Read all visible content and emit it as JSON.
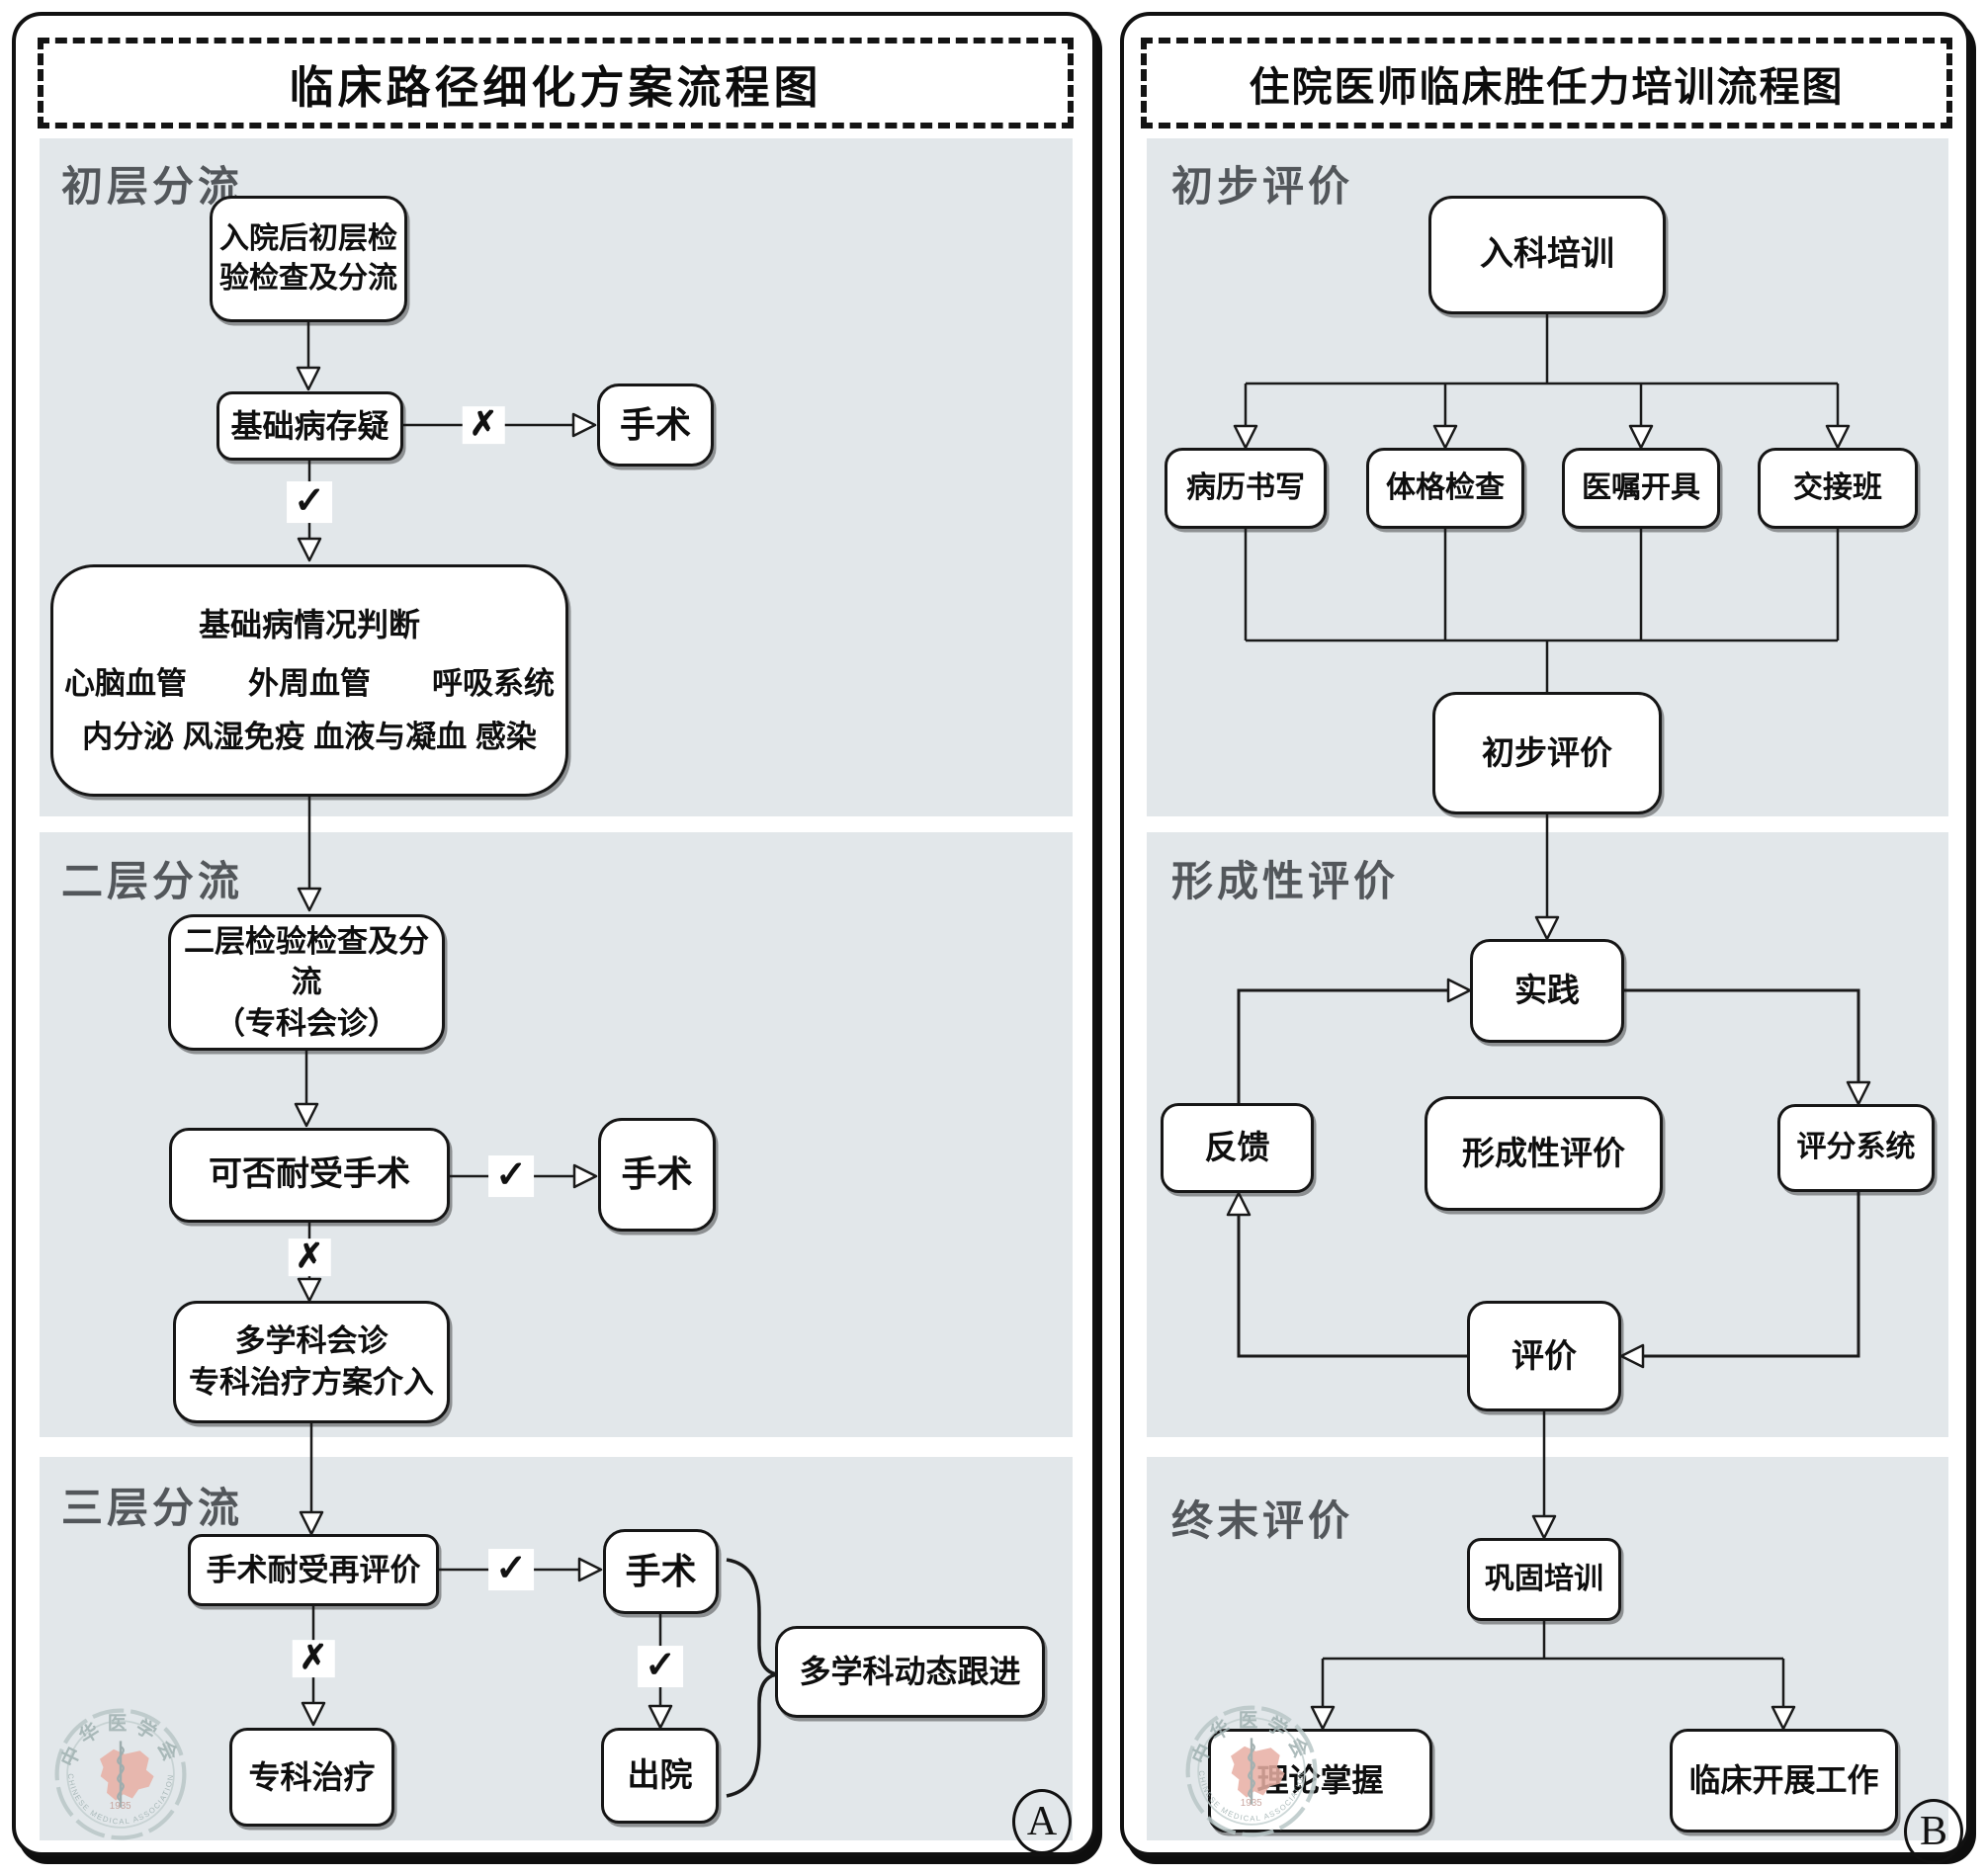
{
  "colors": {
    "section_bg": "#e2e7ea",
    "line": "#1a1a1a",
    "box_border": "#161616",
    "watermark_gray": "#b9c7c7",
    "watermark_red": "#e8afa4"
  },
  "symbols": {
    "check": "✓",
    "cross": "✗"
  },
  "watermark": {
    "cn": "中华医学会",
    "en": "CHINESE MEDICAL ASSOCIATION",
    "year": "1935"
  },
  "panel_a": {
    "title": "临床路径细化方案流程图",
    "corner_label": "A",
    "sections": {
      "s1": "初层分流",
      "s2": "二层分流",
      "s3": "三层分流"
    },
    "nodes": {
      "admission": "入院后初层检\n验检查及分流",
      "suspect": "基础病存疑",
      "surgery1": "手术",
      "judge_title": "基础病情况判断",
      "judge_line1": "心脑血管　　外周血管　　呼吸系统",
      "judge_line2": "内分泌 风湿免疫 血液与凝血 感染",
      "l2": "二层检验检查及分流\n（专科会诊）",
      "tolerate": "可否耐受手术",
      "surgery2": "手术",
      "mdt": "多学科会诊\n专科治疗方案介入",
      "reeval": "手术耐受再评价",
      "surgery3": "手术",
      "special": "专科治疗",
      "discharge": "出院",
      "track": "多学科动态跟进"
    }
  },
  "panel_b": {
    "title": "住院医师临床胜任力培训流程图",
    "corner_label": "B",
    "sections": {
      "s1": "初步评价",
      "s2": "形成性评价",
      "s3": "终末评价"
    },
    "nodes": {
      "entry": "入科培训",
      "record": "病历书写",
      "physical": "体格检查",
      "orders": "医嘱开具",
      "handover": "交接班",
      "initial_eval": "初步评价",
      "practice": "实践",
      "feedback": "反馈",
      "formative": "形成性评价",
      "scoring": "评分系统",
      "evaluation": "评价",
      "consolidate": "巩固培训",
      "theory": "理论掌握",
      "clinical": "临床开展工作"
    }
  }
}
